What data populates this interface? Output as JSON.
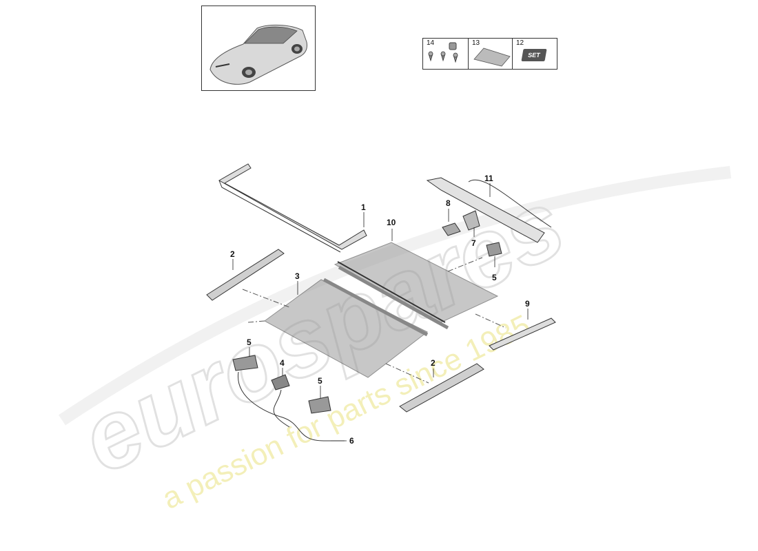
{
  "legend": {
    "cells": [
      {
        "number": "14"
      },
      {
        "number": "13"
      },
      {
        "number": "12",
        "tag": "SET"
      }
    ]
  },
  "callouts": [
    {
      "label": "1"
    },
    {
      "label": "2"
    },
    {
      "label": "3"
    },
    {
      "label": "10"
    },
    {
      "label": "8"
    },
    {
      "label": "11"
    },
    {
      "label": "7"
    },
    {
      "label": "5"
    },
    {
      "label": "9"
    },
    {
      "label": "5"
    },
    {
      "label": "4"
    },
    {
      "label": "5"
    },
    {
      "label": "2"
    },
    {
      "label": "6"
    }
  ],
  "watermark": {
    "brand": "eurospares",
    "tagline": "a passion for parts since 1985",
    "brand_color": "#d8d8d8",
    "tagline_color": "#f3efb0"
  }
}
